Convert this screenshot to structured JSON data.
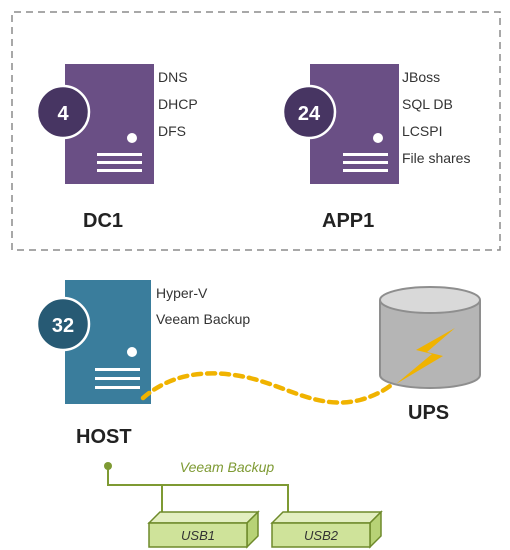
{
  "dc1": {
    "name": "DC1",
    "badge": "4",
    "services": [
      "DNS",
      "DHCP",
      "DFS"
    ]
  },
  "app1": {
    "name": "APP1",
    "badge": "24",
    "services": [
      "JBoss",
      "SQL DB",
      "LCSPI",
      "File shares"
    ]
  },
  "host": {
    "name": "HOST",
    "badge": "32",
    "services": [
      "Hyper-V",
      "Veeam Backup"
    ]
  },
  "ups": {
    "name": "UPS"
  },
  "backup": {
    "label": "Veeam Backup",
    "drives": [
      "USB1",
      "USB2"
    ]
  },
  "colors": {
    "vm_server": "#6a4f85",
    "vm_badge": "#473562",
    "host_server": "#3a7d9c",
    "host_badge": "#275a74",
    "ups_cable": "#f0b300",
    "usb_fill": "#cfe39a",
    "usb_stroke": "#6e8a2b",
    "backup_line": "#7e9a33"
  }
}
